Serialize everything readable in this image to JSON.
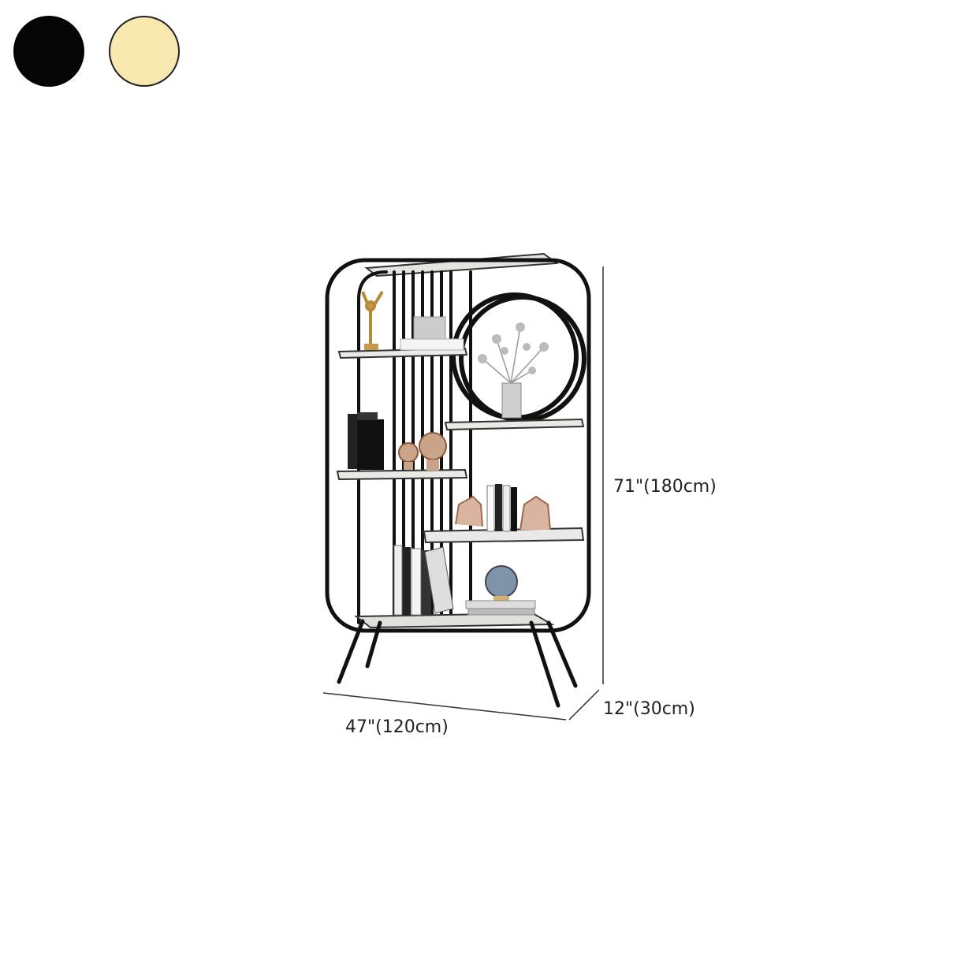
{
  "color_options": [
    {
      "name": "black",
      "color": "#050505"
    },
    {
      "name": "gold",
      "color": "#f8e8b0"
    }
  ],
  "dimensions": {
    "height": "71\"(180cm)",
    "width": "47\"(120cm)",
    "depth": "12\"(30cm)"
  },
  "frame_color": "#111111",
  "shelf_color": "#e8e6e2"
}
